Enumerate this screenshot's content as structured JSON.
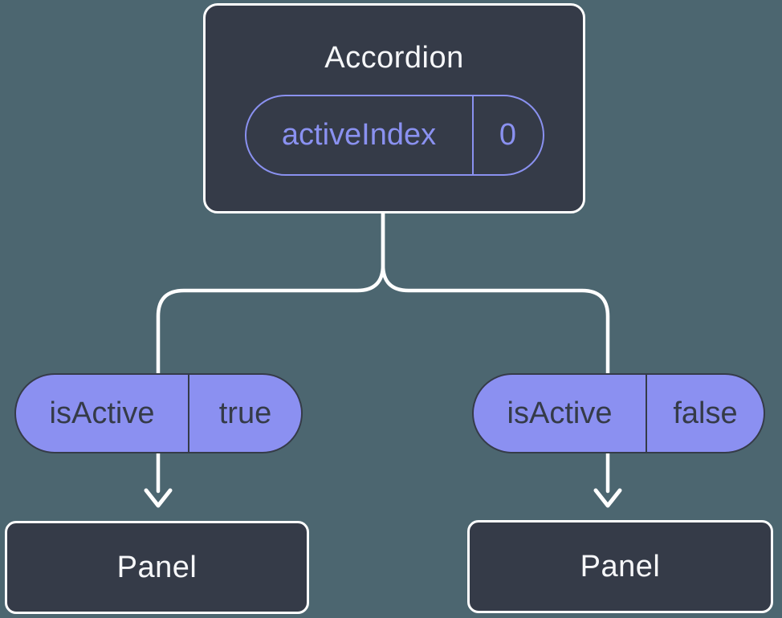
{
  "diagram": {
    "kind": "react-component-tree",
    "root_node": {
      "title": "Accordion",
      "state": {
        "name": "activeIndex",
        "value": "0"
      }
    },
    "branches": [
      {
        "prop": {
          "name": "isActive",
          "value": "true"
        },
        "child": {
          "title": "Panel"
        }
      },
      {
        "prop": {
          "name": "isActive",
          "value": "false"
        },
        "child": {
          "title": "Panel"
        }
      }
    ],
    "colors": {
      "background": "#4C6670",
      "node_fill": "#353B48",
      "node_border": "#FFFFFF",
      "node_text": "#F6F7F9",
      "pill_fill": "#8B90F1",
      "pill_border": "#353B48",
      "pill_text": "#353B48",
      "accent_purple": "#8A91F0",
      "connector": "#FFFFFF"
    }
  }
}
